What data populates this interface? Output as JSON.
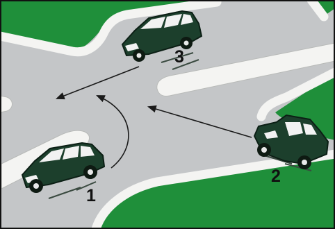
{
  "colors": {
    "grass": "#1f8f3a",
    "road": "#c4c6c8",
    "curb": "#f4f4f2",
    "car_body": "#1c3f2c",
    "car_glass": "#f2f2f2",
    "arrow": "#1a1a1a",
    "frame": "#111111",
    "stripe": "#3a4a40"
  },
  "cars": [
    {
      "number": "1",
      "icon": "car-icon"
    },
    {
      "number": "2",
      "icon": "car-icon"
    },
    {
      "number": "3",
      "icon": "car-icon"
    }
  ],
  "paths": [
    {
      "from": "car-3",
      "direction": "left",
      "icon": "arrow-icon"
    },
    {
      "from": "car-1",
      "direction": "left-turn",
      "icon": "arrow-icon"
    },
    {
      "from": "car-2",
      "direction": "straight",
      "icon": "arrow-icon"
    }
  ]
}
